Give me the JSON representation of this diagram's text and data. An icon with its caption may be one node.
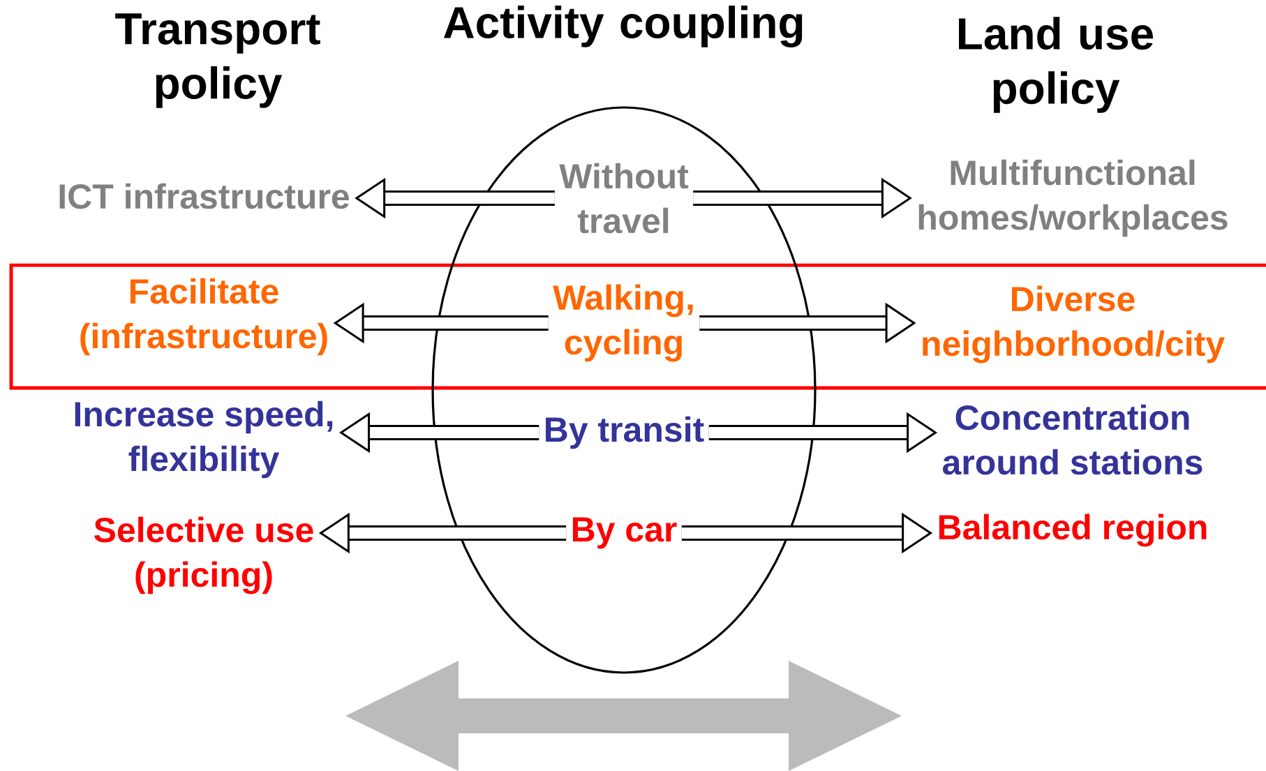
{
  "diagram": {
    "nodes": [
      {
        "text": [],
        "shape": "ellipse"
      },
      {
        "text": [
          "ICT infrastructure"
        ]
      },
      {
        "text": [
          "Without travel"
        ],
        "in": 0
      },
      {
        "text": [
          "Multifunctional homes/workplaces"
        ]
      },
      {
        "text": [
          "Facilitate (infrastructure)"
        ]
      },
      {
        "text": [
          "Walking, cycling"
        ],
        "in": 0
      },
      {
        "text": [
          "Diverse neighborhood/city"
        ]
      },
      {
        "text": [
          "Increase speed, flexibility"
        ]
      },
      {
        "text": [
          "By transit"
        ],
        "in": 0
      },
      {
        "text": [
          "Concentration around stations"
        ]
      },
      {
        "text": [
          "Selective use (pricing)"
        ]
      },
      {
        "text": [
          "By car"
        ],
        "in": 0
      },
      {
        "text": [
          "Balanced region"
        ]
      }
    ],
    "edges": [
      {
        "from": 2,
        "to": 1,
        "arrow": "to"
      },
      {
        "from": 2,
        "to": 3,
        "arrow": "to"
      },
      {
        "from": 5,
        "to": 4,
        "arrow": "to"
      },
      {
        "from": 5,
        "to": 6,
        "arrow": "to"
      },
      {
        "from": 8,
        "to": 7,
        "arrow": "to"
      },
      {
        "from": 8,
        "to": 9,
        "arrow": "to"
      },
      {
        "from": 11,
        "to": 10,
        "arrow": "to"
      },
      {
        "from": 11,
        "to": 12,
        "arrow": "to"
      }
    ],
    "labels": [
      "Transport policy",
      "Activity coupling",
      "Land use policy"
    ]
  }
}
